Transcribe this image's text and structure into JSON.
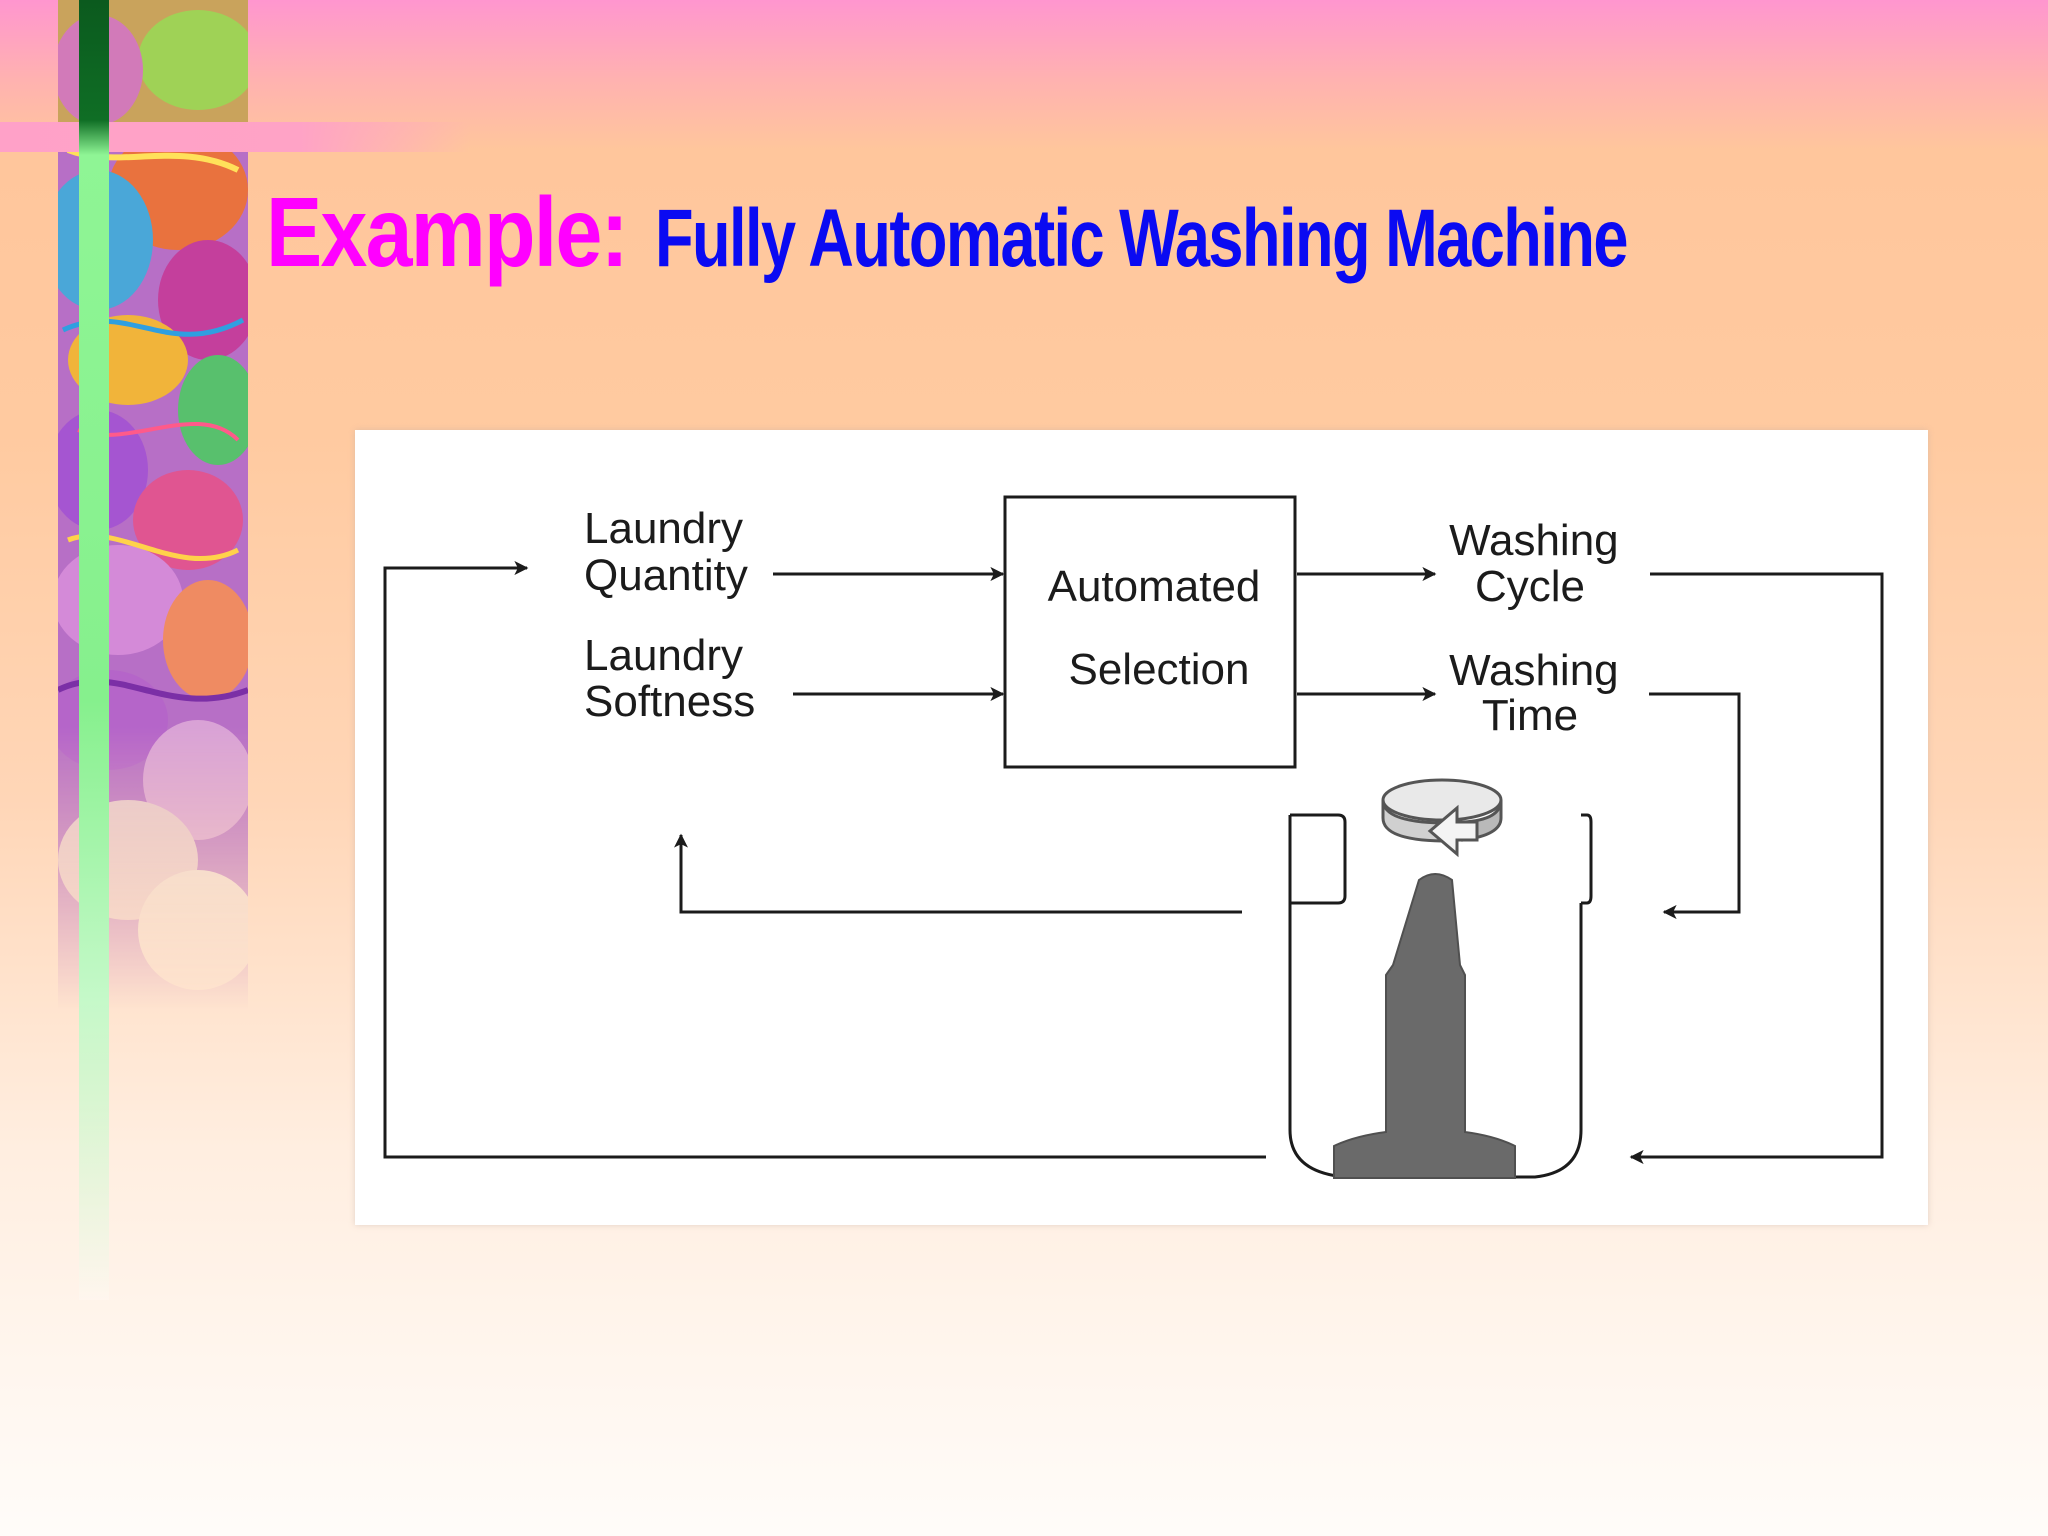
{
  "slide": {
    "title_lead": "Example:",
    "title_rest": "Fully Automatic Washing Machine",
    "colors": {
      "title_lead": "#ff00ff",
      "title_rest": "#0a0af2",
      "background_top": "#ff96cf",
      "background_bottom": "#fffcf9"
    }
  },
  "diagram": {
    "inputs": [
      {
        "line1": "Laundry",
        "line2": "Quantity"
      },
      {
        "line1": "Laundry",
        "line2": "Softness"
      }
    ],
    "process_box": {
      "line1": "Automated",
      "line2": "Selection"
    },
    "outputs": [
      {
        "line1": "Washing",
        "line2": "Cycle"
      },
      {
        "line1": "Washing",
        "line2": "Time"
      }
    ],
    "icons": [
      "washing-machine-tub-icon",
      "rotation-arrow-icon"
    ]
  }
}
